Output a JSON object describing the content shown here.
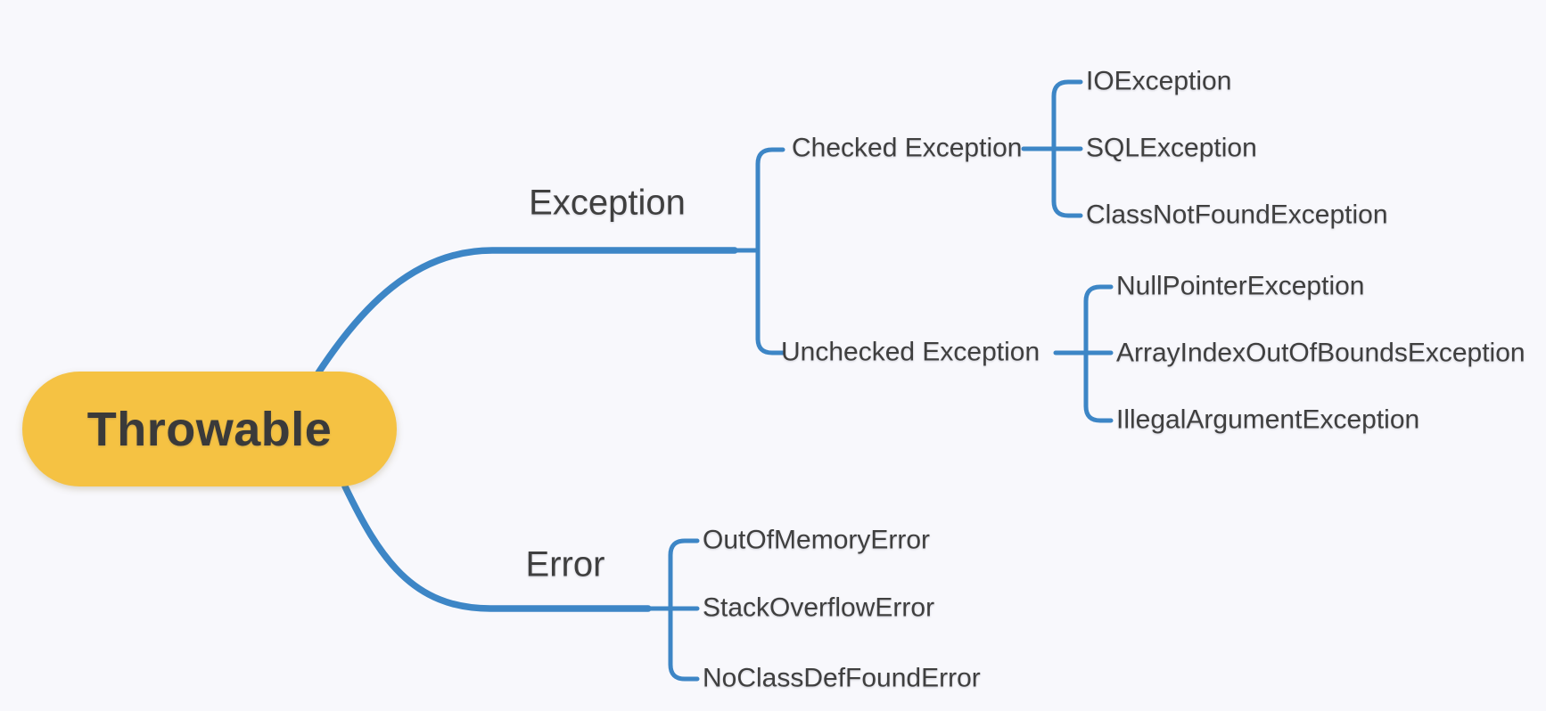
{
  "theme": {
    "background": "#f8f8fc",
    "branch_line_color": "#3d86c6",
    "root_fill_color": "#f5c243",
    "root_text_color": "#3a3a3a",
    "label_text_color": "#3f3f3f"
  },
  "mindmap": {
    "root": {
      "label": "Throwable"
    },
    "branches": [
      {
        "label": "Exception",
        "children": [
          {
            "label": "Checked Exception",
            "children": [
              {
                "label": "IOException"
              },
              {
                "label": "SQLException"
              },
              {
                "label": "ClassNotFoundException"
              }
            ]
          },
          {
            "label": "Unchecked Exception",
            "children": [
              {
                "label": "NullPointerException"
              },
              {
                "label": "ArrayIndexOutOfBoundsException"
              },
              {
                "label": "IllegalArgumentException"
              }
            ]
          }
        ]
      },
      {
        "label": "Error",
        "children": [
          {
            "label": "OutOfMemoryError"
          },
          {
            "label": "StackOverflowError"
          },
          {
            "label": "NoClassDefFoundError"
          }
        ]
      }
    ]
  }
}
